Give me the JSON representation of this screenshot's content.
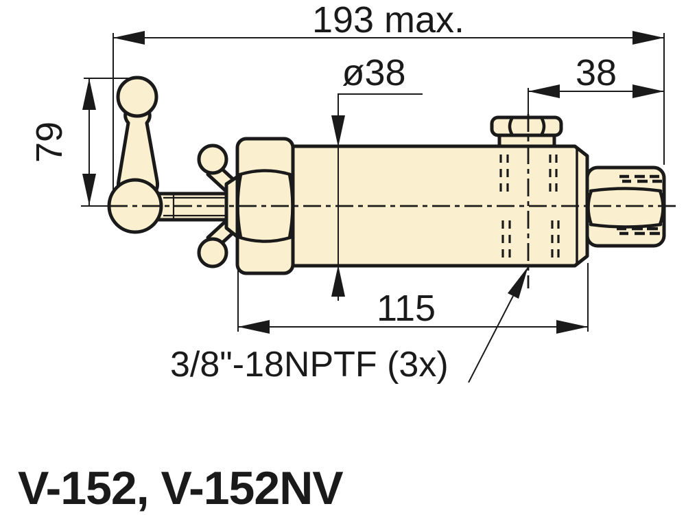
{
  "drawing": {
    "product_title": "V-152, V-152NV",
    "dimensions": {
      "overall_length": {
        "label": "193 max."
      },
      "handle_height": {
        "label": "79"
      },
      "body_diameter": {
        "label": "ø38"
      },
      "outlet_offset": {
        "label": "38"
      },
      "body_length": {
        "label": "115"
      },
      "port_thread_note": {
        "label": "3/8\"-18NPTF (3x)"
      }
    },
    "colors": {
      "part_fill": "#FAF0CF",
      "line_color": "#1A1A1A",
      "background": "#FFFFFF"
    }
  }
}
